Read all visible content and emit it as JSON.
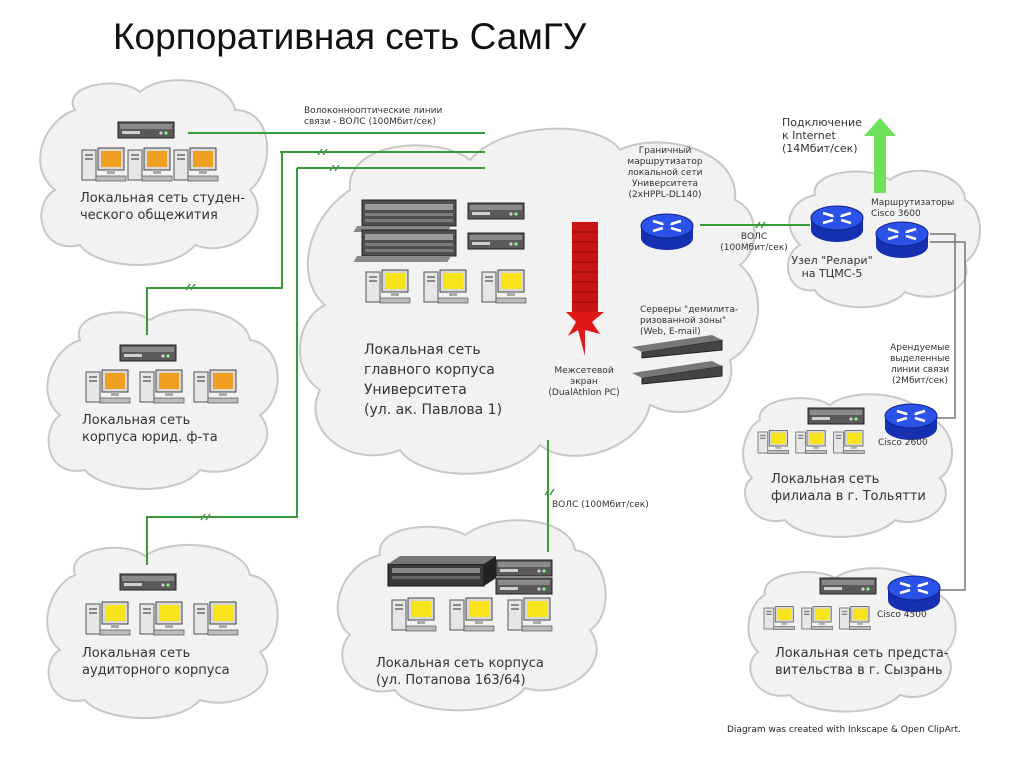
{
  "title": "Корпоративная сеть СамГУ",
  "labels": {
    "fiber_lines": [
      "Волоконнооптические линии",
      "связи - ВОЛС (100Мбит/сек)"
    ],
    "dorm": [
      "Локальная сеть студен-",
      "ческого общежития"
    ],
    "law": [
      "Локальная сеть",
      "корпуса юрид. ф-та"
    ],
    "auditorium": [
      "Локальная сеть",
      "аудиторного корпуса"
    ],
    "main": [
      "Локальная сеть",
      "главного корпуса",
      "Университета",
      "(ул. ак. Павлова 1)"
    ],
    "potapova": [
      "Локальная сеть корпуса",
      "(ул. Потапова 163/64)"
    ],
    "border_router": [
      "Граничный",
      "маршрутизатор",
      "локальной сети",
      "Университета",
      "(2xHPPL-DL140)"
    ],
    "firewall": [
      "Межсетевой",
      "экран",
      "(DualAthlon PC)"
    ],
    "dmz": [
      "Серверы \"демилита-",
      "ризованной зоны\"",
      "(Web, E-mail)"
    ],
    "vols_link": [
      "ВОЛС",
      "(100Мбит/сек)"
    ],
    "internet": [
      "Подключение",
      "к Internet",
      "(14Мбит/сек)"
    ],
    "routers": [
      "Маршрутизаторы",
      "Cisco 3600"
    ],
    "relarn": [
      "Узел \"Релари\"",
      "на ТЦМС-5"
    ],
    "leased": [
      "Арендуемые",
      "выделенные",
      "линии связи",
      "(2Мбит/сек)"
    ],
    "cisco2600": "Cisco 2600",
    "togliatti": [
      "Локальная сеть",
      "филиала в г. Тольятти"
    ],
    "cisco4500": "Cisco 4500",
    "syzran": [
      "Локальная сеть предста-",
      "вительства в г. Сызрань"
    ],
    "vols_bottom": "ВОЛС (100Мбит/сек)",
    "credit": "Diagram was created with Inkscape & Open ClipArt."
  },
  "colors": {
    "fiber": "#3a9a3a",
    "copper": "#777777",
    "cloud_fill": "#f2f2f2",
    "cloud_stroke": "#c8c8c8",
    "router": "#1f3fd6",
    "firewall": "#d81a1a",
    "internet_arrow": "#6ee05a",
    "monitor_yellow": "#f7e31a",
    "monitor_orange": "#f0a020"
  },
  "icons": [
    "server-icon",
    "workstation-icon",
    "router-icon",
    "firewall-icon",
    "internet-arrow-icon",
    "cloud-icon"
  ]
}
